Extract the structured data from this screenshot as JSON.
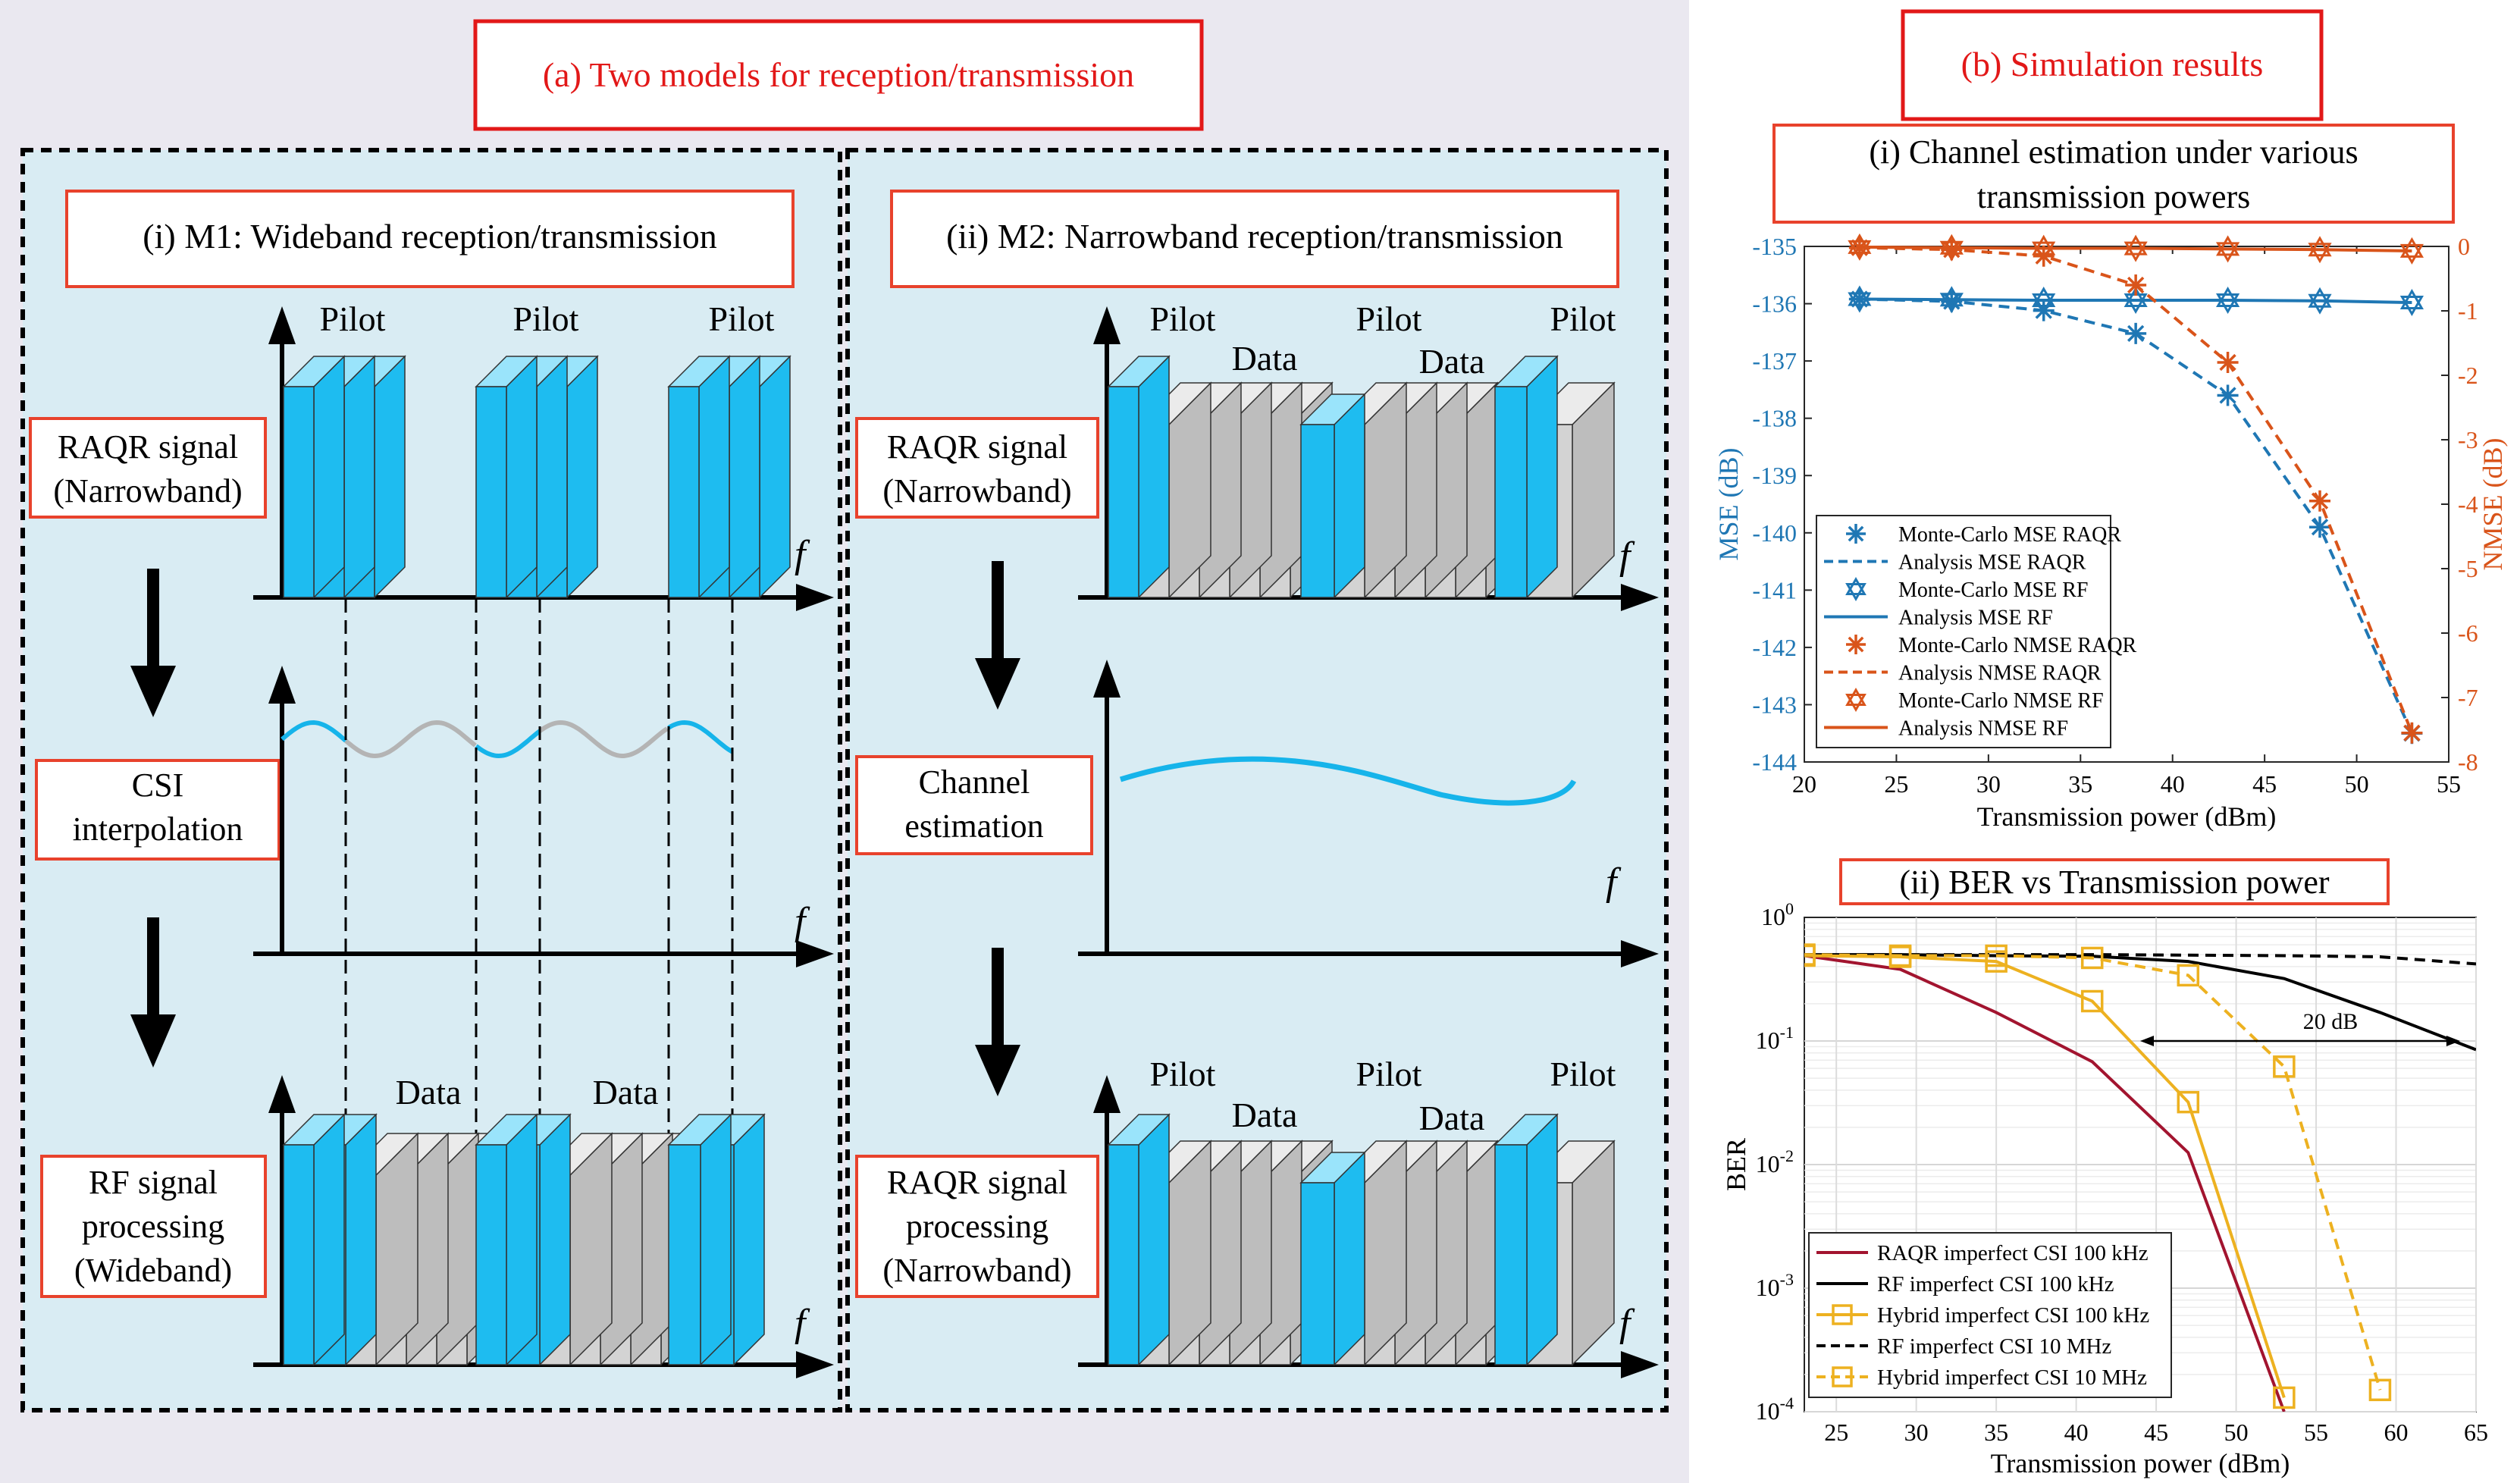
{
  "panel_a": {
    "title": "(a) Two models for reception/transmission",
    "m1": {
      "title": "(i) M1: Wideband reception/transmission",
      "pilot": "Pilot",
      "data": "Data",
      "freq": "f",
      "raqr_signal": [
        "RAQR signal",
        "(Narrowband)"
      ],
      "csi_interp": [
        "CSI",
        "interpolation"
      ],
      "rf_processing": [
        "RF signal",
        "processing",
        "(Wideband)"
      ]
    },
    "m2": {
      "title": "(ii) M2: Narrowband reception/transmission",
      "pilot": "Pilot",
      "data": "Data",
      "freq": "f",
      "raqr_signal": [
        "RAQR signal",
        "(Narrowband)"
      ],
      "channel_est": [
        "Channel",
        "estimation"
      ],
      "raqr_processing": [
        "RAQR signal",
        "processing",
        "(Narrowband)"
      ]
    }
  },
  "panel_b": {
    "title": "(b) Simulation results"
  },
  "colors": {
    "pilot_blue": "#1ebcf0",
    "data_gray": "#d3d3d3",
    "frame_red": "#e8422c",
    "panel_bg": "#d9ecf3",
    "mse_blue": "#1f77b4",
    "nmse_orange": "#d9541a",
    "raqr_red": "#a2142f",
    "hybrid_yellow": "#edb120"
  },
  "chart_data": [
    {
      "type": "line",
      "title": "(i) Channel estimation under various transmission powers",
      "title_lines": [
        "(i) Channel estimation under various",
        "transmission powers"
      ],
      "xlabel": "Transmission power (dBm)",
      "ylabel": "MSE (dB)",
      "y2label": "NMSE (dB)",
      "xlim": [
        20,
        55
      ],
      "ylim": [
        -144,
        -135
      ],
      "y2lim": [
        -8,
        0
      ],
      "xticks": [
        "20",
        "25",
        "30",
        "35",
        "40",
        "45",
        "50",
        "55"
      ],
      "yticks": [
        "-135",
        "-136",
        "-137",
        "-138",
        "-139",
        "-140",
        "-141",
        "-142",
        "-143",
        "-144"
      ],
      "y2ticks": [
        "0",
        "-1",
        "-2",
        "-3",
        "-4",
        "-5",
        "-6",
        "-7",
        "-8"
      ],
      "x": [
        23,
        28,
        33,
        38,
        43,
        48,
        53
      ],
      "series": [
        {
          "name": "Monte-Carlo MSE RAQR",
          "axis": "left",
          "style": "marker-star",
          "values": [
            -135.92,
            -135.96,
            -136.12,
            -136.52,
            -137.6,
            -139.9,
            -143.5
          ]
        },
        {
          "name": "Analysis MSE RAQR",
          "axis": "left",
          "style": "dashed",
          "values": [
            -135.92,
            -135.96,
            -136.12,
            -136.52,
            -137.6,
            -139.9,
            -143.5
          ]
        },
        {
          "name": "Monte-Carlo MSE RF",
          "axis": "left",
          "style": "marker-hexagram",
          "values": [
            -135.92,
            -135.93,
            -135.94,
            -135.94,
            -135.94,
            -135.95,
            -135.98
          ]
        },
        {
          "name": "Analysis MSE RF",
          "axis": "left",
          "style": "solid",
          "values": [
            -135.92,
            -135.93,
            -135.94,
            -135.94,
            -135.94,
            -135.95,
            -135.98
          ]
        },
        {
          "name": "Monte-Carlo NMSE RAQR",
          "axis": "right",
          "style": "marker-star",
          "values": [
            -0.02,
            -0.05,
            -0.15,
            -0.6,
            -1.8,
            -3.95,
            -7.55
          ]
        },
        {
          "name": "Analysis NMSE RAQR",
          "axis": "right",
          "style": "dashed",
          "values": [
            -0.02,
            -0.05,
            -0.15,
            -0.6,
            -1.8,
            -3.95,
            -7.55
          ]
        },
        {
          "name": "Monte-Carlo NMSE RF",
          "axis": "right",
          "style": "marker-hexagram",
          "values": [
            -0.01,
            -0.02,
            -0.03,
            -0.03,
            -0.04,
            -0.05,
            -0.07
          ]
        },
        {
          "name": "Analysis NMSE RF",
          "axis": "right",
          "style": "solid",
          "values": [
            -0.01,
            -0.02,
            -0.03,
            -0.03,
            -0.04,
            -0.05,
            -0.07
          ]
        }
      ]
    },
    {
      "type": "line",
      "title": "(ii) BER vs Transmission power",
      "xlabel": "Transmission power (dBm)",
      "ylabel": "BER",
      "xlim": [
        23,
        65
      ],
      "ylim": [
        0.0001,
        1
      ],
      "yscale": "log",
      "grid": true,
      "xticks": [
        "25",
        "30",
        "35",
        "40",
        "45",
        "50",
        "55",
        "60",
        "65"
      ],
      "yticks": [
        {
          "base": "10",
          "exp": "0"
        },
        {
          "base": "10",
          "exp": "-1"
        },
        {
          "base": "10",
          "exp": "-2"
        },
        {
          "base": "10",
          "exp": "-3"
        },
        {
          "base": "10",
          "exp": "-4"
        }
      ],
      "annotation": "20 dB",
      "annotation_range": [
        44,
        64
      ],
      "annotation_y": 0.1,
      "series": [
        {
          "name": "RAQR imperfect CSI 100 kHz",
          "style": "solid",
          "x": [
            23,
            29,
            35,
            41,
            47,
            53
          ],
          "values": [
            0.49,
            0.38,
            0.17,
            0.068,
            0.0125,
            0.0001
          ]
        },
        {
          "name": "RF imperfect CSI 100 kHz",
          "style": "solid",
          "x": [
            23,
            29,
            35,
            41,
            47,
            53,
            59,
            65
          ],
          "values": [
            0.5,
            0.5,
            0.49,
            0.485,
            0.44,
            0.32,
            0.17,
            0.085
          ]
        },
        {
          "name": "Hybrid imperfect CSI 100 kHz",
          "style": "marker-square",
          "x": [
            23,
            29,
            35,
            41,
            47,
            53
          ],
          "values": [
            0.49,
            0.48,
            0.44,
            0.21,
            0.032,
            0.00013
          ]
        },
        {
          "name": "RF imperfect CSI 10 MHz",
          "style": "dashed",
          "x": [
            23,
            29,
            35,
            41,
            47,
            53,
            59,
            65
          ],
          "values": [
            0.5,
            0.5,
            0.5,
            0.5,
            0.495,
            0.49,
            0.48,
            0.42
          ]
        },
        {
          "name": "Hybrid imperfect CSI 10 MHz",
          "style": "dashed-marker-square",
          "x": [
            23,
            29,
            35,
            41,
            47,
            53,
            59
          ],
          "values": [
            0.5,
            0.49,
            0.49,
            0.47,
            0.34,
            0.062,
            0.00015
          ]
        }
      ]
    }
  ]
}
